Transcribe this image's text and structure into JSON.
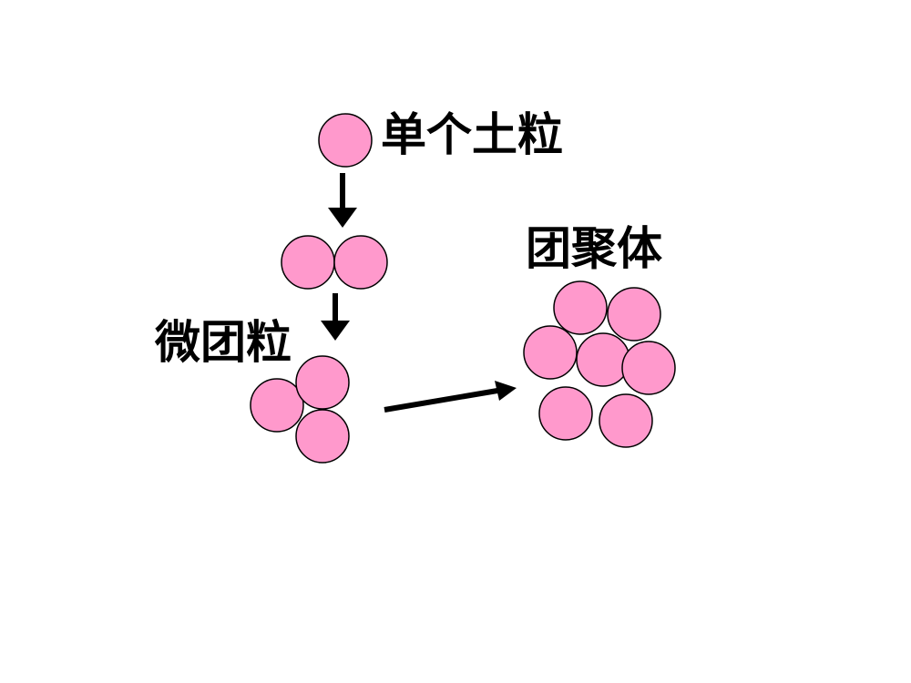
{
  "labels": {
    "single_particle": "单个土粒",
    "micro_aggregate": "微团粒",
    "aggregate": "团聚体"
  },
  "colors": {
    "particle_fill": "#ff99cc",
    "outline": "#000000",
    "background": "#ffffff"
  }
}
